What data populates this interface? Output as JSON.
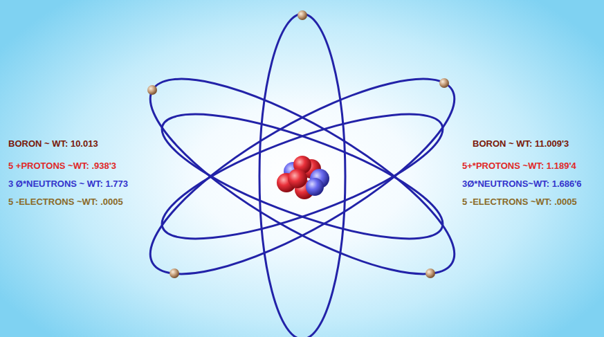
{
  "diagram": {
    "labels": [
      "BORON ~ WT: 10.013",
      "5 +PROTONS ~WT: .938'3",
      "3 Ø*NEUTRONS ~ WT: 1.773",
      "5 -ELECTRONS ~WT: .0005",
      "BORON ~ WT: 11.009'3",
      "5+*PROTONS ~WT: 1.189'4",
      "3Ø*NEUTRONS~WT: 1.686'6",
      "5 -ELECTRONS ~WT: .0005"
    ]
  }
}
